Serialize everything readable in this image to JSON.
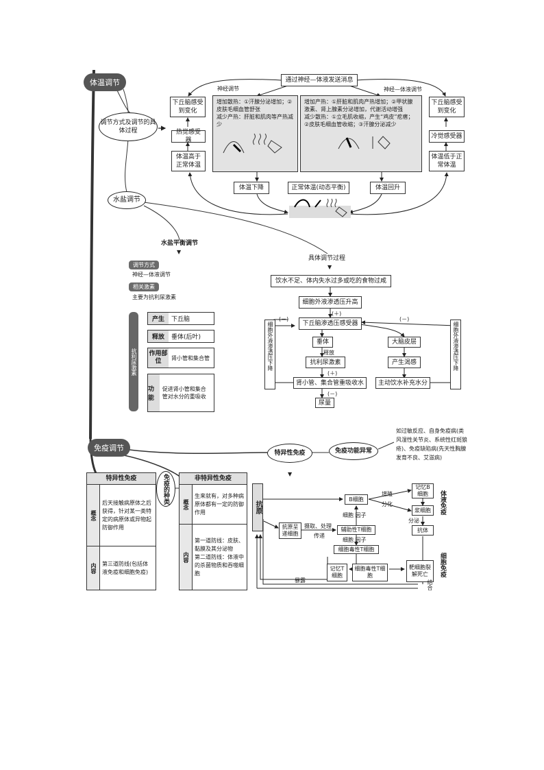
{
  "main_nodes": {
    "temp": "体温调节",
    "water": "水盐调节",
    "immune": "免疫调节"
  },
  "temp": {
    "method_oval": "调节方式及调节的具体过程",
    "top_msg": "通过神经—体液发送消息",
    "neural_label": "神经调节",
    "neuro_humoral_label": "神经—体液调节",
    "left_hypo": "下丘脑感受到变化",
    "heat_receptor": "热觉感受器",
    "temp_high": "体温高于正常体温",
    "heat_loss": "增加散热：①汗腺分泌增加；②皮肤毛细血管舒张\n减少产热：肝脏和肌肉等产热减少",
    "heat_gain": "增加产热：①肝脏和肌肉产热增加；②甲状腺激素、肾上腺素分泌增加，代谢活动增强\n减少散热：①立毛肌收缩，产生“鸡皮”疙瘩；②皮肤毛细血管收缩；③汗腺分泌减少",
    "right_hypo": "下丘脑感受到变化",
    "cold_receptor": "冷觉感受器",
    "temp_low": "体温低于正常体温",
    "temp_down": "体温下降",
    "normal_temp": "正常体温(动态平衡)",
    "temp_up": "体温回升"
  },
  "water": {
    "balance_title": "水盐平衡调节",
    "method_tag": "调节方式",
    "method_value": "神经—体液调节",
    "hormone_tag": "相关激素",
    "hormone_value": "主要为抗利尿激素",
    "adh_side": "抗利尿激素",
    "rows": [
      {
        "label": "产生",
        "value": "下丘脑"
      },
      {
        "label": "释放",
        "value": "垂体(后叶)"
      },
      {
        "label": "作用部位",
        "value": "肾小管和集合管"
      },
      {
        "label": "功能",
        "value": "促进肾小管和集合管对水分的重吸收"
      }
    ],
    "process_title": "具体调节过程",
    "p1": "饮水不足、体内失水过多或吃的食物过咸",
    "p2": "细胞外液渗透压升高",
    "p3": "下丘脑渗透压感受器",
    "p4": "垂体",
    "p5": "抗利尿激素",
    "p6": "肾小管、集合管重吸收水",
    "p7": "尿量",
    "p8": "大脑皮层",
    "p9": "产生渴感",
    "p10": "主动饮水补充水分",
    "release": "释放",
    "plus": "(＋)",
    "minus": "(－)",
    "left_side": "细胞外液渗透压下降",
    "right_side": "细胞外液渗透压下降"
  },
  "immune": {
    "specific_oval": "特异性免疫",
    "abnormal_oval": "免疫功能异常",
    "abnormal_text": "如过敏反应、自身免疫病(类风湿性关节炎、系统性红斑狼疮)、免疫缺陷病(先天性胸腺发育不良、艾滋病)",
    "types_oval": "免疫的种类",
    "specific_table": {
      "header": "特异性免疫",
      "concept_h": "概念",
      "concept": "后天接触病原体之后获得，针对某一类特定的病原体或异物起防御作用",
      "content_h": "内容",
      "content": "第三道防线(包括体液免疫和细胞免疫)"
    },
    "nonspecific_table": {
      "header": "非特异性免疫",
      "concept_h": "概念",
      "concept": "生来就有，对多种病原体都有一定的防御作用",
      "content_h": "内容",
      "content": "第一道防线：皮肤、黏膜及其分泌物\n第二道防线：体液中的杀菌物质和吞噬细胞"
    },
    "antigen": "抗原",
    "apc": "抗原呈递细胞",
    "capture": "摄取、处理",
    "transfer": "传递",
    "th": "辅助性T细胞",
    "bcell": "B细胞",
    "cell_factor1": "细胞 因子",
    "cell_factor2": "细胞 因子",
    "prolif": "增殖",
    "diff": "分化",
    "memory_b": "记忆B细胞",
    "plasma": "浆细胞",
    "secrete": "分泌",
    "antibody": "抗体",
    "ctl": "细胞毒性T细胞",
    "memory_t": "记忆T细胞",
    "ctl2": "细胞毒性T细胞",
    "target": "靶细胞裂解死亡",
    "expose": "暴露",
    "bind": "结合",
    "humoral": "体液免疫",
    "cellular": "细胞免疫"
  }
}
